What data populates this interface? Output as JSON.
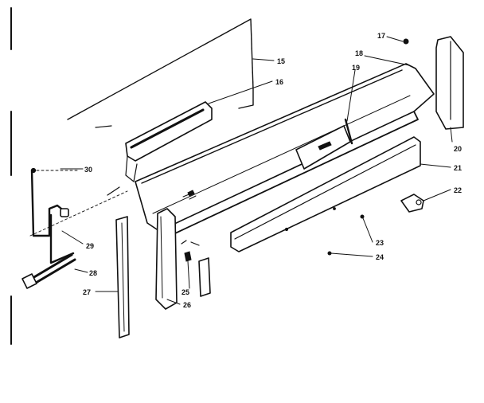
{
  "callouts": {
    "c15": "15",
    "c16": "16",
    "c17": "17",
    "c18": "18",
    "c19": "19",
    "c20": "20",
    "c21": "21",
    "c22": "22",
    "c23": "23",
    "c24": "24",
    "c25": "25",
    "c26": "26",
    "c27": "27",
    "c28": "28",
    "c29": "29",
    "c30": "30"
  },
  "colors": {
    "ink": "#111111",
    "paper": "#ffffff"
  }
}
